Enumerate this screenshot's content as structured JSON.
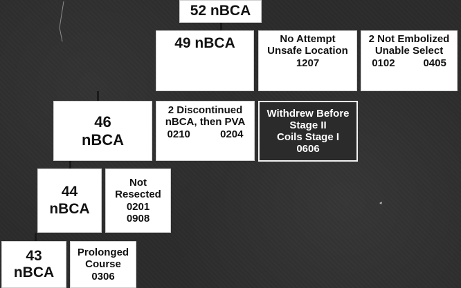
{
  "colors": {
    "background": "#2b2b2b",
    "box": "#ffffff",
    "text": "#111111",
    "highlight_box_text": "#ffffff"
  },
  "nodes": {
    "root": {
      "lines": [
        "52 nBCA"
      ]
    },
    "n49": {
      "lines": [
        "49 nBCA"
      ]
    },
    "no_attempt": {
      "lines": [
        "No Attempt",
        "Unsafe Location",
        "1207"
      ]
    },
    "not_embolized": {
      "lines": [
        "2 Not Embolized",
        "Unable Select"
      ],
      "codes": [
        "0102",
        "0405"
      ]
    },
    "n46": {
      "lines": [
        "46",
        "nBCA"
      ]
    },
    "discontinued": {
      "lines": [
        "2 Discontinued",
        "nBCA, then PVA"
      ],
      "codes": [
        "0210",
        "0204"
      ]
    },
    "withdrew": {
      "lines": [
        "Withdrew Before",
        "Stage II",
        "Coils Stage I",
        "0606"
      ]
    },
    "n44": {
      "lines": [
        "44",
        "nBCA"
      ]
    },
    "not_resected": {
      "lines": [
        "Not",
        "Resected",
        "0201",
        "0908"
      ]
    },
    "n43": {
      "lines": [
        "43",
        "nBCA"
      ]
    },
    "prolonged": {
      "lines": [
        "Prolonged",
        "Course",
        "0306"
      ]
    }
  }
}
